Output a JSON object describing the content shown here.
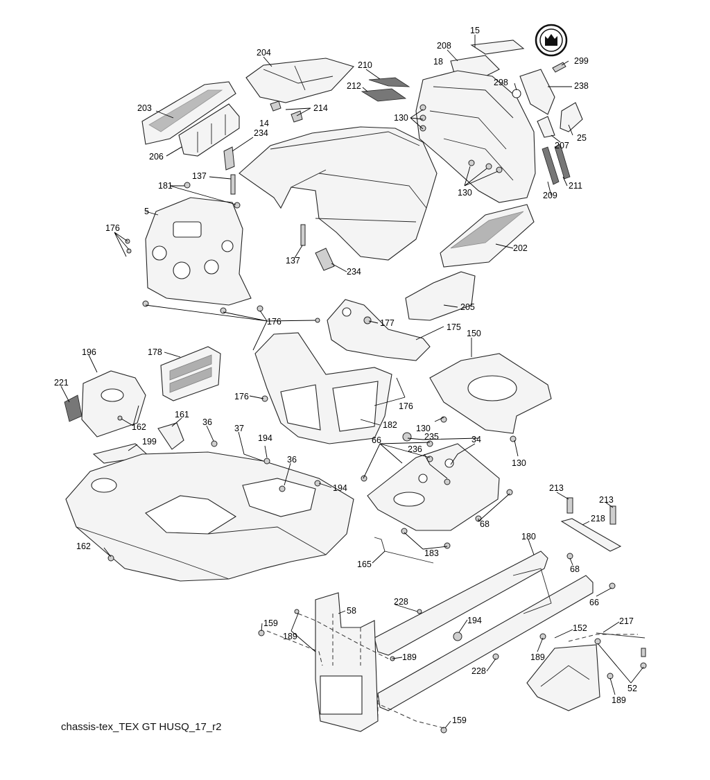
{
  "caption": "chassis-tex_TEX GT HUSQ_17_r2",
  "logo": {
    "name": "husqvarna-crown-emblem"
  },
  "callouts": [
    {
      "id": "c15",
      "text": "15"
    },
    {
      "id": "c208",
      "text": "208"
    },
    {
      "id": "c18",
      "text": "18"
    },
    {
      "id": "c299",
      "text": "299"
    },
    {
      "id": "c298",
      "text": "298"
    },
    {
      "id": "c238",
      "text": "238"
    },
    {
      "id": "c204",
      "text": "204"
    },
    {
      "id": "c210",
      "text": "210"
    },
    {
      "id": "c212",
      "text": "212"
    },
    {
      "id": "c214",
      "text": "214"
    },
    {
      "id": "c203",
      "text": "203"
    },
    {
      "id": "c14",
      "text": "14"
    },
    {
      "id": "c234a",
      "text": "234"
    },
    {
      "id": "c206",
      "text": "206"
    },
    {
      "id": "c130a",
      "text": "130"
    },
    {
      "id": "c25",
      "text": "25"
    },
    {
      "id": "c207",
      "text": "207"
    },
    {
      "id": "c130b",
      "text": "130"
    },
    {
      "id": "c209",
      "text": "209"
    },
    {
      "id": "c211",
      "text": "211"
    },
    {
      "id": "c137a",
      "text": "137"
    },
    {
      "id": "c181",
      "text": "181"
    },
    {
      "id": "c5",
      "text": "5"
    },
    {
      "id": "c176a",
      "text": "176"
    },
    {
      "id": "c202",
      "text": "202"
    },
    {
      "id": "c137b",
      "text": "137"
    },
    {
      "id": "c234b",
      "text": "234"
    },
    {
      "id": "c205",
      "text": "205"
    },
    {
      "id": "c176b",
      "text": "176"
    },
    {
      "id": "c177",
      "text": "177"
    },
    {
      "id": "c175",
      "text": "175"
    },
    {
      "id": "c150",
      "text": "150"
    },
    {
      "id": "c196",
      "text": "196"
    },
    {
      "id": "c178",
      "text": "178"
    },
    {
      "id": "c221",
      "text": "221"
    },
    {
      "id": "c176c",
      "text": "176"
    },
    {
      "id": "c176d",
      "text": "176"
    },
    {
      "id": "c162a",
      "text": "162"
    },
    {
      "id": "c161",
      "text": "161"
    },
    {
      "id": "c36a",
      "text": "36"
    },
    {
      "id": "c37",
      "text": "37"
    },
    {
      "id": "c194a",
      "text": "194"
    },
    {
      "id": "c182",
      "text": "182"
    },
    {
      "id": "c130c",
      "text": "130"
    },
    {
      "id": "c66a",
      "text": "66"
    },
    {
      "id": "c235",
      "text": "235"
    },
    {
      "id": "c34",
      "text": "34"
    },
    {
      "id": "c199",
      "text": "199"
    },
    {
      "id": "c36b",
      "text": "36"
    },
    {
      "id": "c236",
      "text": "236"
    },
    {
      "id": "c130d",
      "text": "130"
    },
    {
      "id": "c194b",
      "text": "194"
    },
    {
      "id": "c213a",
      "text": "213"
    },
    {
      "id": "c213b",
      "text": "213"
    },
    {
      "id": "c218",
      "text": "218"
    },
    {
      "id": "c68a",
      "text": "68"
    },
    {
      "id": "c180",
      "text": "180"
    },
    {
      "id": "c162b",
      "text": "162"
    },
    {
      "id": "c183",
      "text": "183"
    },
    {
      "id": "c165",
      "text": "165"
    },
    {
      "id": "c68b",
      "text": "68"
    },
    {
      "id": "c66b",
      "text": "66"
    },
    {
      "id": "c228a",
      "text": "228"
    },
    {
      "id": "c58",
      "text": "58"
    },
    {
      "id": "c194c",
      "text": "194"
    },
    {
      "id": "c159a",
      "text": "159"
    },
    {
      "id": "c189a",
      "text": "189"
    },
    {
      "id": "c152",
      "text": "152"
    },
    {
      "id": "c217",
      "text": "217"
    },
    {
      "id": "c189b",
      "text": "189"
    },
    {
      "id": "c189c",
      "text": "189"
    },
    {
      "id": "c228b",
      "text": "228"
    },
    {
      "id": "c52",
      "text": "52"
    },
    {
      "id": "c189d",
      "text": "189"
    },
    {
      "id": "c159b",
      "text": "159"
    }
  ]
}
